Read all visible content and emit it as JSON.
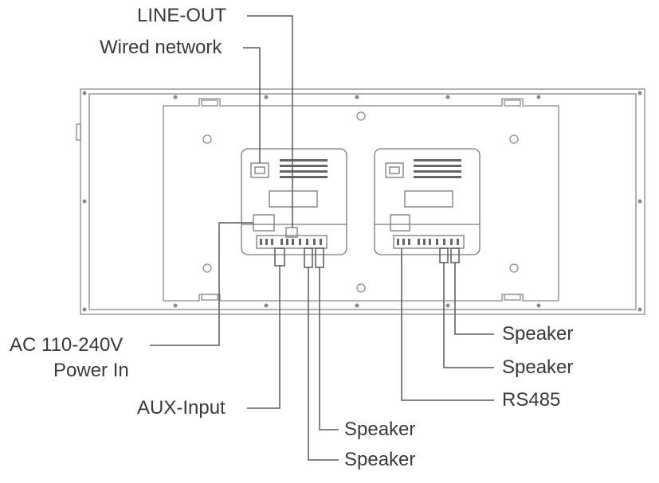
{
  "labels": {
    "line_out": "LINE-OUT",
    "wired_network": "Wired network",
    "ac_power_line1": "AC 110-240V",
    "ac_power_line2": "Power In",
    "aux_input": "AUX-Input",
    "speaker_a": "Speaker",
    "speaker_b": "Speaker",
    "speaker_c": "Speaker",
    "speaker_d": "Speaker",
    "rs485": "RS485"
  },
  "colors": {
    "line": "#5a5a5a",
    "panel_stroke": "#8a8a8a",
    "text": "#3a3a3a"
  }
}
